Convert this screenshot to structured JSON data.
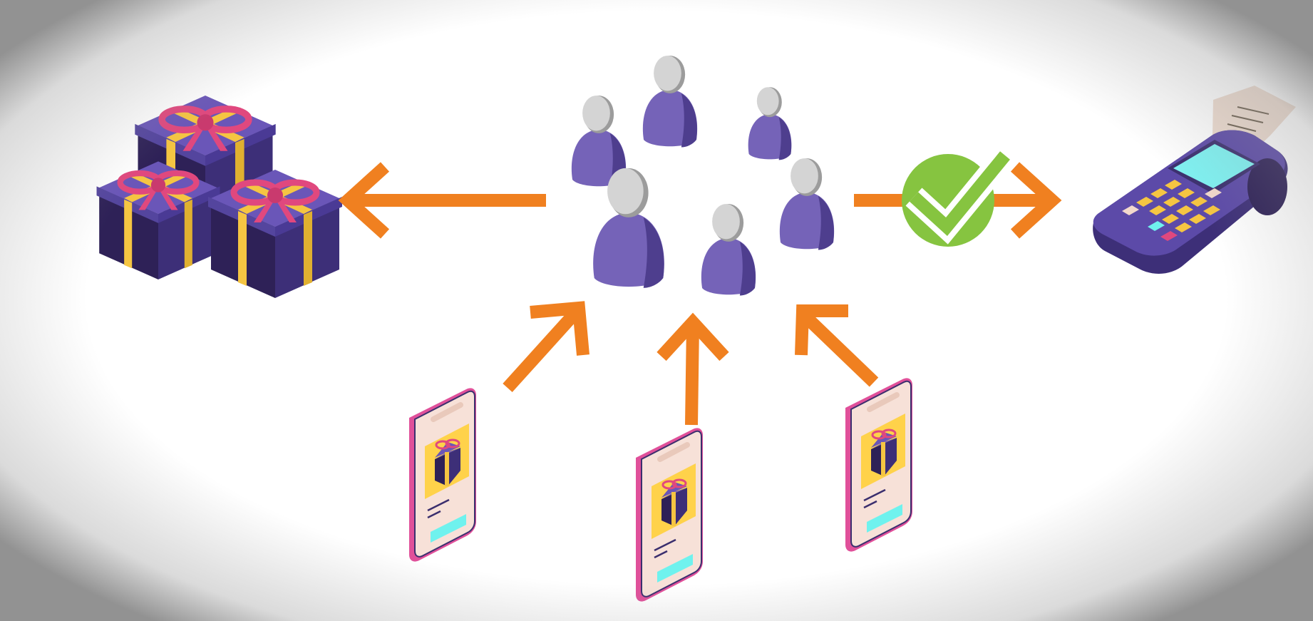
{
  "diagram": {
    "nodes": [
      {
        "id": "gifts",
        "icon": "gift-boxes-icon"
      },
      {
        "id": "customers",
        "icon": "users-group-icon"
      },
      {
        "id": "approval",
        "icon": "check-badge-icon"
      },
      {
        "id": "terminal",
        "icon": "payment-terminal-icon"
      },
      {
        "id": "phones",
        "icon": "smartphone-gift-card-icon",
        "count": 3
      }
    ],
    "edges": [
      {
        "from": "customers",
        "to": "gifts"
      },
      {
        "from": "customers",
        "to": "terminal"
      },
      {
        "from": "phones",
        "to": "customers"
      }
    ]
  },
  "colors": {
    "arrow": "#F08020",
    "box_purple": "#4B3C8E",
    "ribbon_pink": "#E0487E",
    "ribbon_yellow": "#F5C542",
    "person_purple": "#7563B8",
    "person_head": "#D4D4D4",
    "check_green": "#86C440",
    "phone_pink": "#E0509A",
    "phone_screen": "#F7E1D8",
    "card_yellow": "#FFD24A",
    "button_cyan": "#6FF2EE"
  }
}
